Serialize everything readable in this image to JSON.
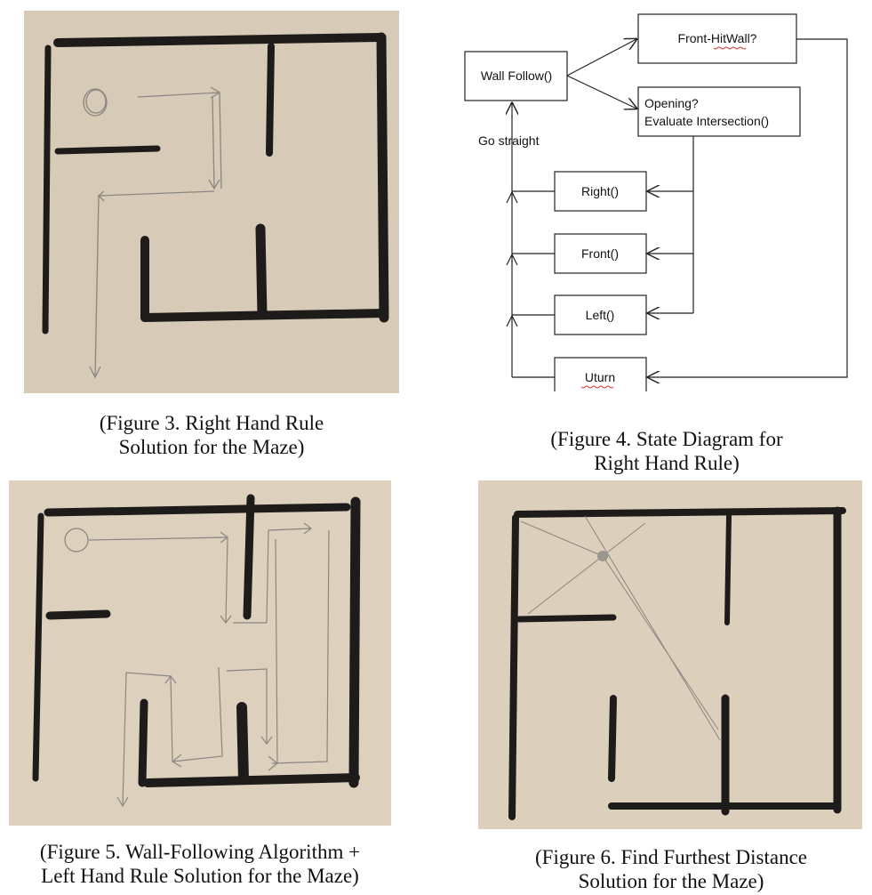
{
  "figure3": {
    "caption_line1": "(Figure 3. Right Hand Rule",
    "caption_line2": "Solution for the Maze)"
  },
  "figure4": {
    "caption_line1": "(Figure 4. State Diagram for",
    "caption_line2": "Right Hand Rule)",
    "nodes": {
      "wall_follow": "Wall Follow()",
      "front_hitwall": "Front-HitWall?",
      "opening_line1": "Opening?",
      "opening_line2": "Evaluate Intersection()",
      "right": "Right()",
      "front": "Front()",
      "left": "Left()",
      "uturn": "Uturn"
    },
    "edge_label": "Go straight"
  },
  "figure5": {
    "caption_line1": "(Figure 5. Wall-Following Algorithm +",
    "caption_line2": "Left Hand Rule Solution for the Maze)"
  },
  "figure6": {
    "caption_line1": "(Figure 6. Find Furthest Distance",
    "caption_line2": "Solution for the Maze)"
  },
  "colors": {
    "paper": "#d8cbb8",
    "ink": "#1c1a18",
    "pencil": "#8a8680",
    "squiggle": "#d33333"
  }
}
